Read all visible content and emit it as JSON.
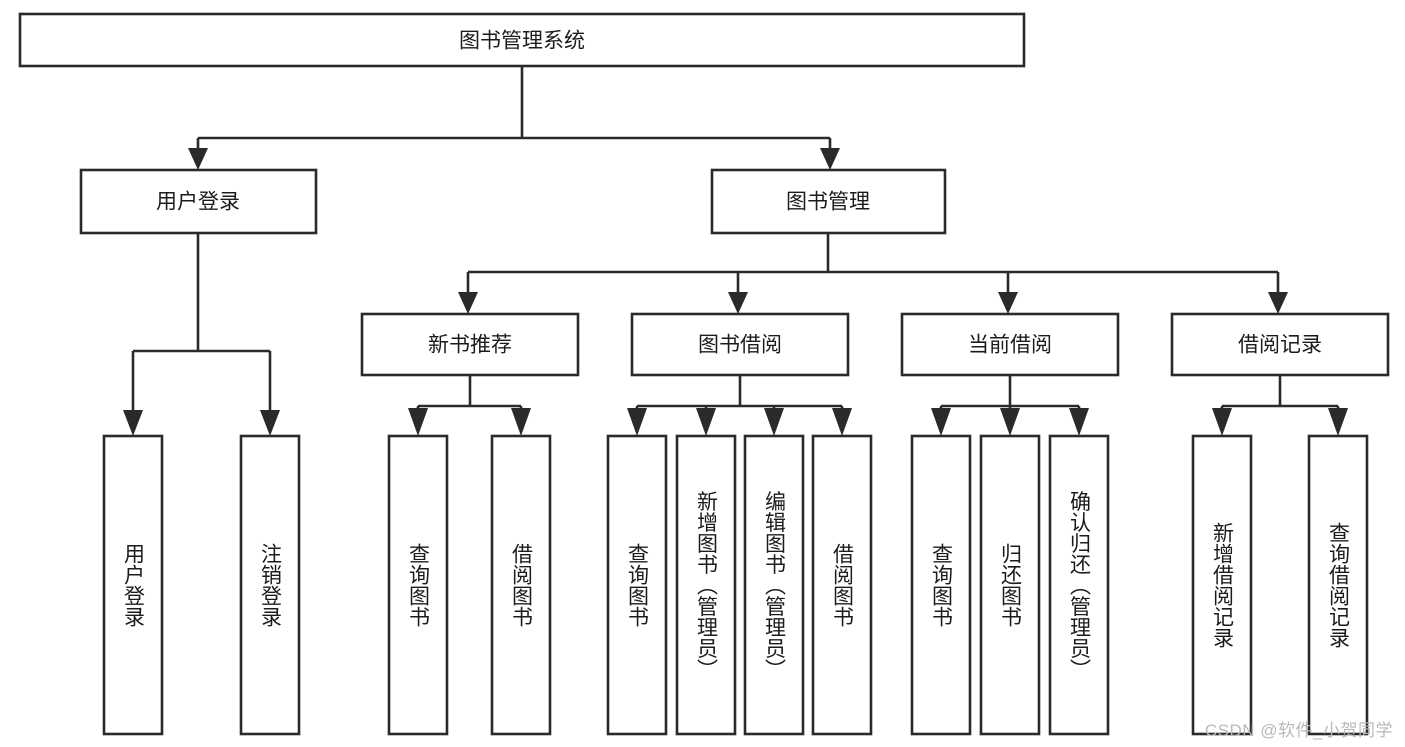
{
  "diagram": {
    "title": "图书管理系统",
    "type": "hierarchy-tree",
    "stroke_color": "#2a2a2a",
    "fill_color": "#ffffff",
    "text_color": "#1c1c1c",
    "levels": 4,
    "root": {
      "label": "图书管理系统",
      "orientation": "horizontal"
    },
    "level1": [
      {
        "label": "用户登录",
        "orientation": "horizontal"
      },
      {
        "label": "图书管理",
        "orientation": "horizontal"
      }
    ],
    "level2": [
      {
        "label": "新书推荐",
        "orientation": "horizontal",
        "parent": "图书管理"
      },
      {
        "label": "图书借阅",
        "orientation": "horizontal",
        "parent": "图书管理"
      },
      {
        "label": "当前借阅",
        "orientation": "horizontal",
        "parent": "图书管理"
      },
      {
        "label": "借阅记录",
        "orientation": "horizontal",
        "parent": "图书管理"
      }
    ],
    "leaves": [
      {
        "label": "用户登录",
        "orientation": "vertical",
        "parent": "用户登录"
      },
      {
        "label": "注销登录",
        "orientation": "vertical",
        "parent": "用户登录"
      },
      {
        "label": "查询图书",
        "orientation": "vertical",
        "parent": "新书推荐"
      },
      {
        "label": "借阅图书",
        "orientation": "vertical",
        "parent": "新书推荐"
      },
      {
        "label": "查询图书",
        "orientation": "vertical",
        "parent": "图书借阅"
      },
      {
        "label": "新增图书（管理员）",
        "orientation": "vertical",
        "parent": "图书借阅"
      },
      {
        "label": "编辑图书（管理员）",
        "orientation": "vertical",
        "parent": "图书借阅"
      },
      {
        "label": "借阅图书",
        "orientation": "vertical",
        "parent": "图书借阅"
      },
      {
        "label": "查询图书",
        "orientation": "vertical",
        "parent": "当前借阅"
      },
      {
        "label": "归还图书",
        "orientation": "vertical",
        "parent": "当前借阅"
      },
      {
        "label": "确认归还（管理员）",
        "orientation": "vertical",
        "parent": "当前借阅"
      },
      {
        "label": "新增借阅记录",
        "orientation": "vertical",
        "parent": "借阅记录"
      },
      {
        "label": "查询借阅记录",
        "orientation": "vertical",
        "parent": "借阅记录"
      }
    ]
  },
  "watermark": {
    "text": "CSDN @软件_小贺同学"
  }
}
